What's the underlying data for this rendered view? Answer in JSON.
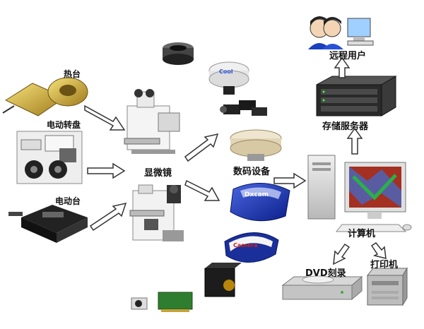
{
  "labels": {
    "hot_stage": "热台",
    "motorized_turret": "电动转盘",
    "motorized_stage": "电动台",
    "microscope": "显微镜",
    "digital_device": "数码设备",
    "computer": "计算机",
    "storage_server": "存储服务器",
    "remote_user": "远程用户",
    "dvd_burner": "DVD刻录",
    "printer": "打印机"
  },
  "device_text": {
    "camera_brand": "Cool",
    "capture_box": "Dxcam",
    "capture_card": "Camera"
  },
  "colors": {
    "arrow_fill": "#ffffff",
    "arrow_stroke": "#333333",
    "label_text": "#111111"
  }
}
